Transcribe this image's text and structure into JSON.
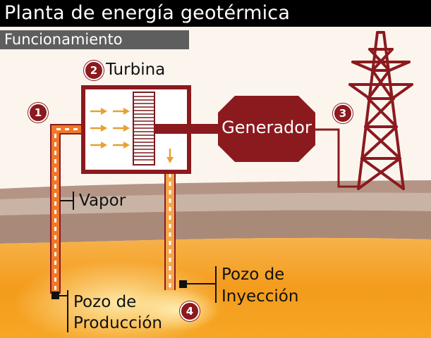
{
  "title": "Planta de energía geotérmica",
  "subtitle": "Funcionamiento",
  "steps": [
    {
      "number": "1",
      "label": ""
    },
    {
      "number": "2",
      "label": "Turbina"
    },
    {
      "number": "3",
      "label": ""
    },
    {
      "number": "4",
      "label": ""
    }
  ],
  "labels": {
    "generator": "Generador",
    "vapor": "Vapor",
    "production_well_line1": "Pozo de",
    "production_well_line2": "Producción",
    "injection_well_line1": "Pozo de",
    "injection_well_line2": "Inyección"
  },
  "colors": {
    "structure": "#8b1a1f",
    "steam_arrows": "#e8a030",
    "vapor_pipe": "#f07828",
    "earth_top": "#b89b8c",
    "earth_hot": "#f5a020",
    "title_bg": "#000000",
    "subtitle_bg": "#5e5e5e"
  }
}
